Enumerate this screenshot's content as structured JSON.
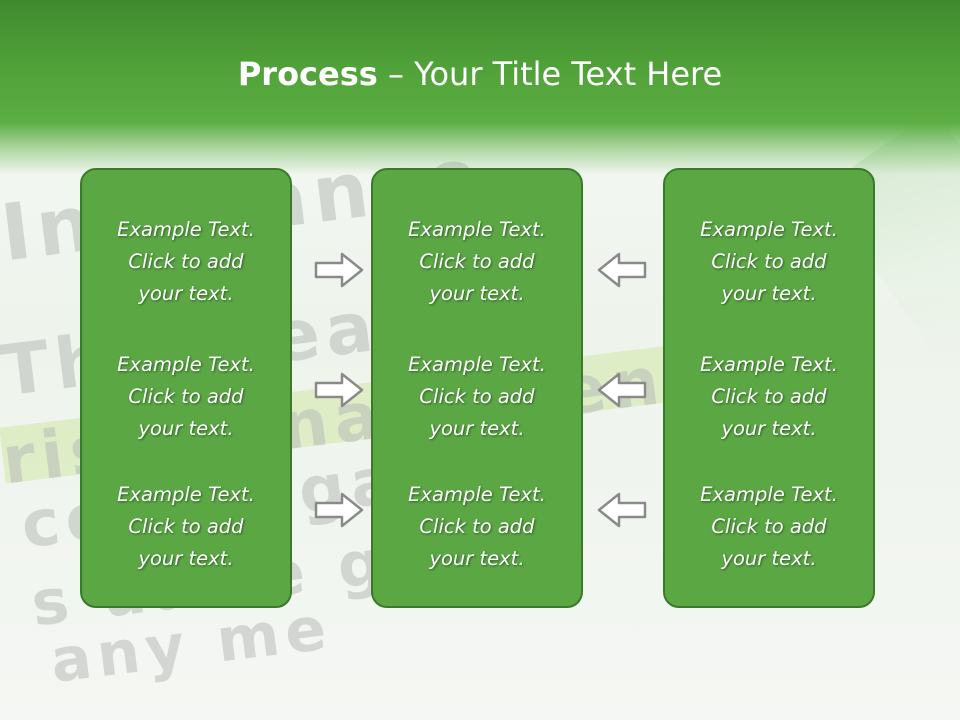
{
  "title": {
    "bold": "Process",
    "rest": " – Your Title Text Here"
  },
  "columns": [
    {
      "items": [
        {
          "line1": "Example Text.",
          "line2": "Click  to add",
          "line3": "your text."
        },
        {
          "line1": "Example Text.",
          "line2": "Click  to add",
          "line3": "your text."
        },
        {
          "line1": "Example Text.",
          "line2": "Click  to add",
          "line3": "your text."
        }
      ]
    },
    {
      "items": [
        {
          "line1": "Example Text.",
          "line2": "Click  to add",
          "line3": "your text."
        },
        {
          "line1": "Example Text.",
          "line2": "Click  to add",
          "line3": "your text."
        },
        {
          "line1": "Example Text.",
          "line2": "Click  to add",
          "line3": "your text."
        }
      ]
    },
    {
      "items": [
        {
          "line1": "Example Text.",
          "line2": "Click  to add",
          "line3": "your text."
        },
        {
          "line1": "Example Text.",
          "line2": "Click  to add",
          "line3": "your text."
        },
        {
          "line1": "Example Text.",
          "line2": "Click  to add",
          "line3": "your text."
        }
      ]
    }
  ],
  "arrows": {
    "left_group": "right-arrow-icon",
    "right_group": "left-arrow-icon"
  },
  "colors": {
    "title_bar": "#53a53b",
    "box_fill": "#5aa744",
    "box_border": "#3a7b2a",
    "text": "#ffffff"
  }
}
